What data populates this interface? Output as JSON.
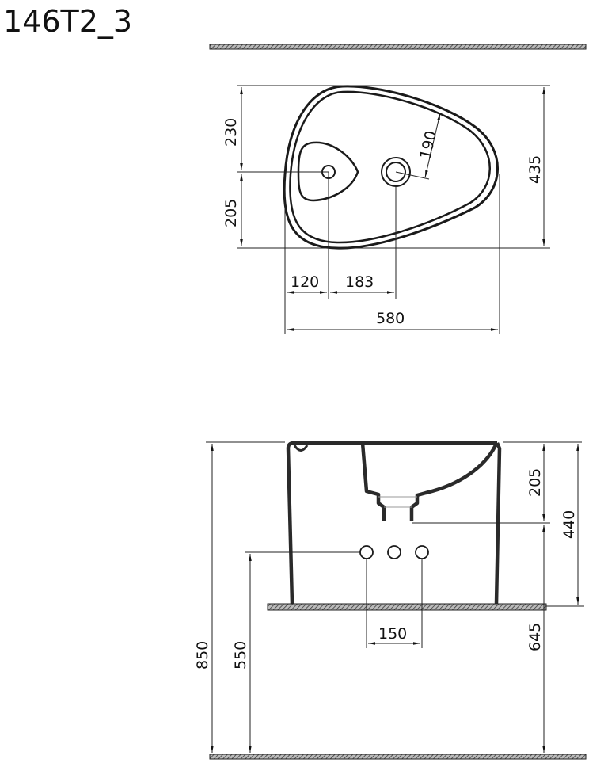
{
  "title": "146T2_3",
  "top_view": {
    "dims": {
      "h_top": "230",
      "h_bottom": "205",
      "height_total": "435",
      "offset_hole": "120",
      "hole_to_tap": "183",
      "width_total": "580",
      "tap_radius": "190"
    }
  },
  "side_view": {
    "dims": {
      "total_height": "850",
      "inlet_height": "550",
      "bowl_depth": "205",
      "body_height": "440",
      "outlet_height": "645",
      "inlet_spacing": "150"
    }
  }
}
